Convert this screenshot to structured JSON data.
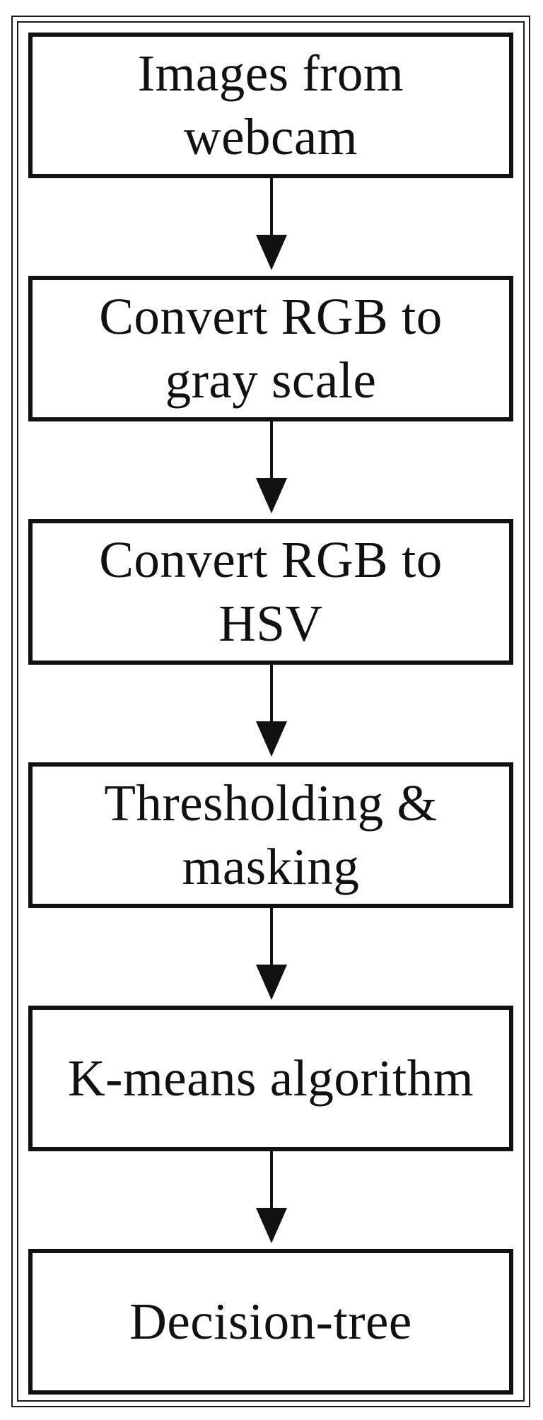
{
  "flowchart": {
    "steps": [
      "Images from\nwebcam",
      "Convert RGB to\ngray scale",
      "Convert RGB to\nHSV",
      "Thresholding &\nmasking",
      "K-means algorithm",
      "Decision-tree"
    ]
  },
  "colors": {
    "stroke": "#111111",
    "background": "#ffffff"
  }
}
